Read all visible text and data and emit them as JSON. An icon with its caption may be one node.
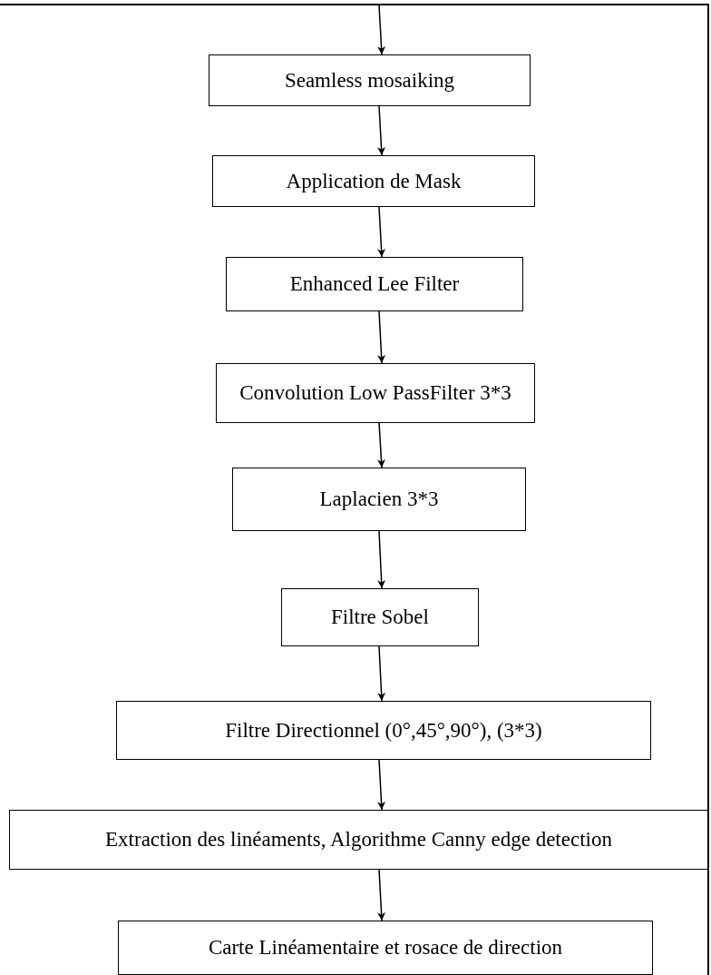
{
  "diagram": {
    "nodes": [
      {
        "text": [
          "Seamless mosaiking"
        ]
      },
      {
        "text": [
          "Application de Mask"
        ]
      },
      {
        "text": [
          "Enhanced Lee Filter"
        ]
      },
      {
        "text": [
          "Convolution Low PassFilter 3*3"
        ]
      },
      {
        "text": [
          "Laplacien 3*3"
        ]
      },
      {
        "text": [
          "Filtre Sobel"
        ]
      },
      {
        "text": [
          "Filtre Directionnel (0°,45°,90°), (3*3)"
        ]
      },
      {
        "text": [
          "Extraction des linéaments, Algorithme Canny edge detection"
        ]
      },
      {
        "text": [
          "Carte Linéamentaire et rosace de direction"
        ]
      }
    ],
    "edges": [
      {
        "from": null,
        "to": 0,
        "arrow": "to"
      },
      {
        "from": 0,
        "to": 1,
        "arrow": "to"
      },
      {
        "from": 1,
        "to": 2,
        "arrow": "to"
      },
      {
        "from": 2,
        "to": 3,
        "arrow": "to"
      },
      {
        "from": 3,
        "to": 4,
        "arrow": "to"
      },
      {
        "from": 4,
        "to": 5,
        "arrow": "to"
      },
      {
        "from": 5,
        "to": 6,
        "arrow": "to"
      },
      {
        "from": 6,
        "to": 7,
        "arrow": "to"
      },
      {
        "from": 7,
        "to": 8,
        "arrow": "to"
      }
    ]
  }
}
